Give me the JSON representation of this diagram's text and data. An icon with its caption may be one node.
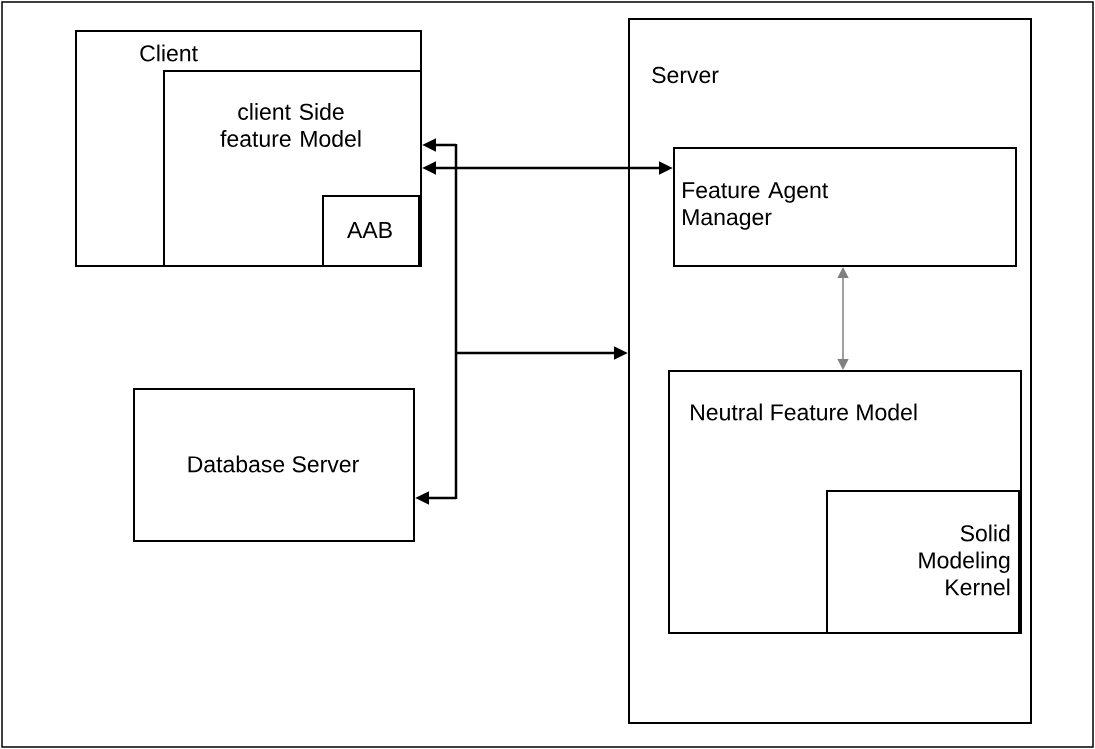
{
  "diagram": {
    "nodes": [
      {
        "text": [
          "Client"
        ]
      },
      {
        "text": [
          "client Side feature Model"
        ],
        "in": 0
      },
      {
        "text": [
          "AAB"
        ],
        "in": 1
      },
      {
        "text": [
          "Server"
        ]
      },
      {
        "text": [
          "Feature Agent Manager"
        ],
        "in": 3
      },
      {
        "text": [
          "Neutral Feature Model"
        ],
        "in": 3
      },
      {
        "text": [
          "Solid Modeling Kernel"
        ],
        "in": 5
      },
      {
        "text": [
          "Database Server"
        ]
      }
    ],
    "edges": [
      {
        "from": 1,
        "to": 4,
        "arrow": "both"
      },
      {
        "from": 4,
        "to": 5,
        "arrow": "both",
        "color": "#808080"
      },
      {
        "from": 1,
        "to": 3,
        "arrow": "both"
      },
      {
        "from": 7,
        "to": 3,
        "arrow": "both"
      },
      {
        "from": 1,
        "to": 7,
        "arrow": "both"
      }
    ]
  }
}
